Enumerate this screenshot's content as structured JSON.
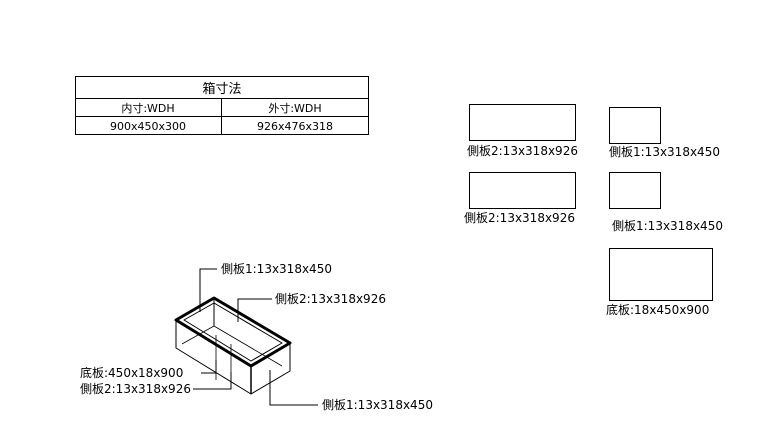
{
  "table": {
    "title": "箱寸法",
    "headers": [
      "内寸:WDH",
      "外寸:WDH"
    ],
    "row": [
      "900x450x300",
      "926x476x318"
    ]
  },
  "panels": {
    "side2_top": "側板2:13x318x926",
    "side1_top": "側板1:13x318x450",
    "side2_mid": "側板2:13x318x926",
    "side1_mid": "側板1:13x318x450",
    "bottom": "底板:18x450x900"
  },
  "box_labels": {
    "side1_top": "側板1:13x318x450",
    "side2_back": "側板2:13x318x926",
    "bottom": "底板:450x18x900",
    "side2_front": "側板2:13x318x926",
    "side1_front": "側板1:13x318x450"
  }
}
